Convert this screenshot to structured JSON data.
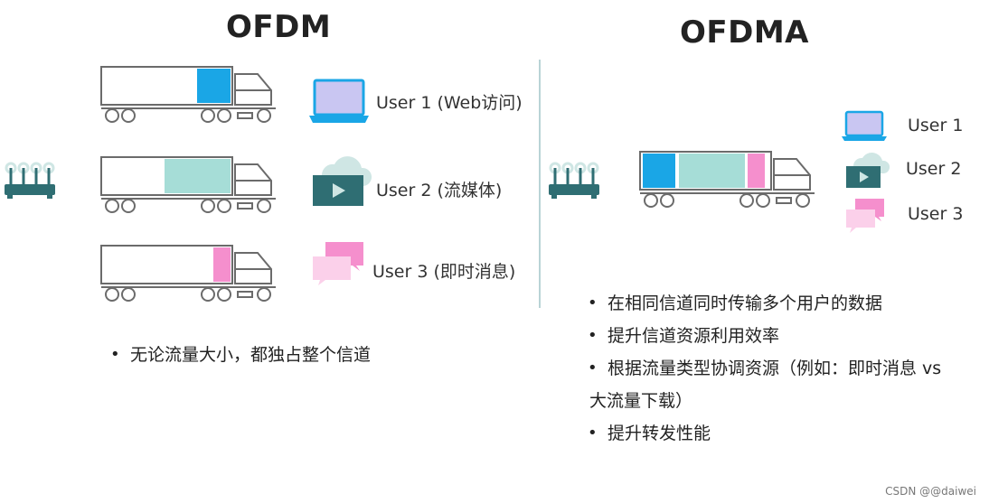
{
  "left": {
    "title": "OFDM",
    "users": [
      {
        "label": "User 1 (Web访问)"
      },
      {
        "label": "User 2 (流媒体)"
      },
      {
        "label": "User 3 (即时消息)"
      }
    ],
    "bullets": [
      "无论流量大小，都独占整个信道"
    ]
  },
  "right": {
    "title": "OFDMA",
    "users": [
      {
        "label": "User 1"
      },
      {
        "label": "User 2"
      },
      {
        "label": "User 3"
      }
    ],
    "bullets": [
      "在相同信道同时传输多个用户的数据",
      "提升信道资源利用效率",
      "根据流量类型协调资源（例如：即时消息 vs",
      "大流量下载）",
      "提升转发性能"
    ]
  },
  "credit": "CSDN @@daiwei",
  "colors": {
    "user1": "#1aa6e6",
    "user2": "#a6ddd7",
    "user3": "#f58fcd",
    "router": "#2f6e73",
    "truck_outline": "#6b6b6b"
  }
}
